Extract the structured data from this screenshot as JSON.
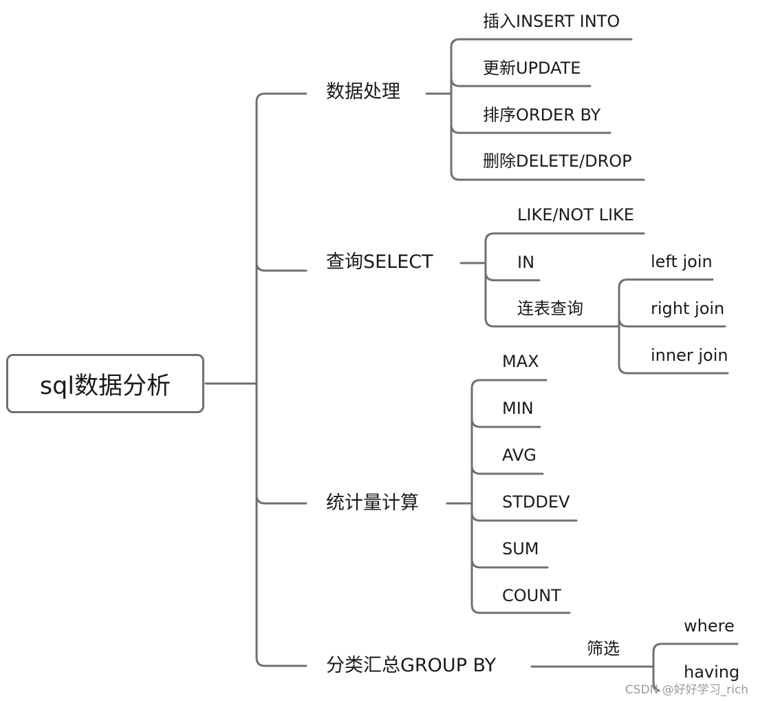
{
  "root": "sql数据分析",
  "branches": {
    "data_processing": {
      "label": "数据处理",
      "children": [
        "插入INSERT INTO",
        "更新UPDATE",
        "排序ORDER BY",
        "删除DELETE/DROP"
      ]
    },
    "query": {
      "label": "查询SELECT",
      "children": [
        "LIKE/NOT LIKE",
        "IN",
        "连表查询"
      ],
      "join_types": [
        "left join",
        "right join",
        "inner join"
      ]
    },
    "statistics": {
      "label": "统计量计算",
      "children": [
        "MAX",
        "MIN",
        "AVG",
        "STDDEV",
        "SUM",
        "COUNT"
      ]
    },
    "group": {
      "label": "分类汇总GROUP BY",
      "filter_label": "筛选",
      "filter_children": [
        "where",
        "having"
      ]
    }
  },
  "watermark": "CSDN @好好学习_rich",
  "colors": {
    "line": "#6f6f6f",
    "text": "#1a1a1a",
    "watermark": "#9a9a9a"
  }
}
